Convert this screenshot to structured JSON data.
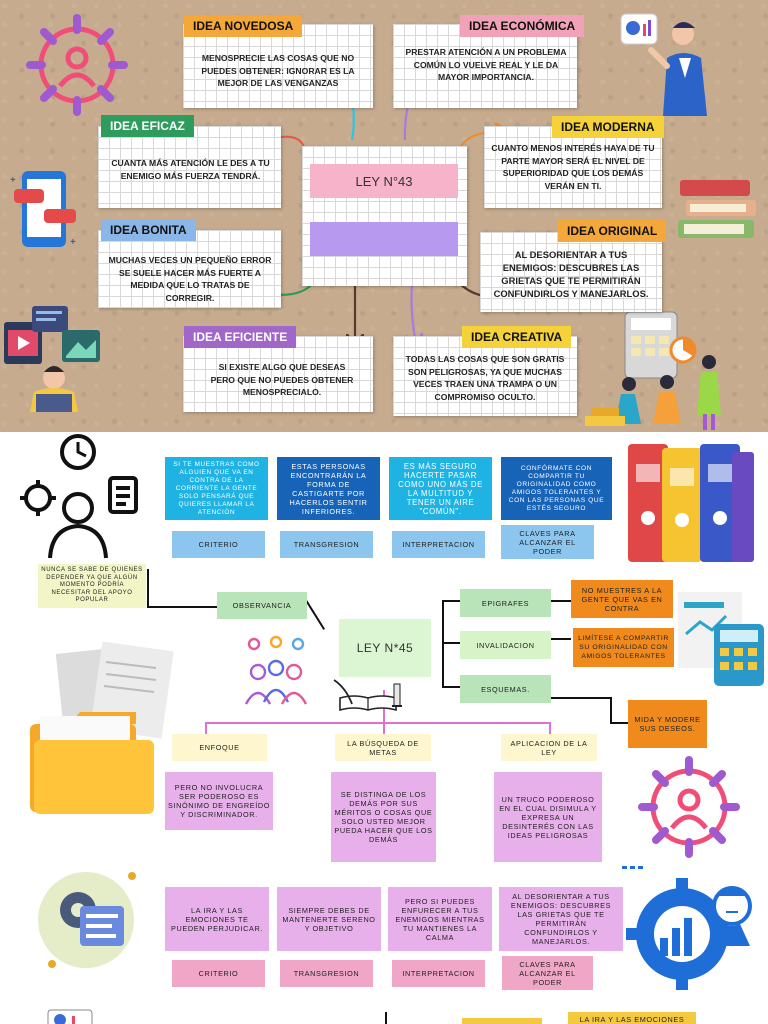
{
  "ley43": {
    "center_title": "LEY N°43",
    "novedosa": {
      "tag": "IDEA NOVEDOSA",
      "text": "MENOSPRECIE LAS COSAS QUE NO PUEDES OBTENER: IGNORAR ES LA MEJOR DE LAS VENGANZAS"
    },
    "economica": {
      "tag": "IDEA ECONÓMICA",
      "text": "PRESTAR ATENCIÓN A UN PROBLEMA COMÚN LO VUELVE REAL Y LE DA MAYOR IMPORTANCIA."
    },
    "eficaz": {
      "tag": "IDEA EFICAZ",
      "text": "CUANTA MÁS ATENCIÓN LE DES A TU ENEMIGO MÁS FUERZA TENDRÁ."
    },
    "moderna": {
      "tag": "IDEA MODERNA",
      "text": "CUANTO MENOS INTERÉS HAYA DE TU PARTE MAYOR SERÁ EL NIVEL DE SUPERIORIDAD QUE LOS DEMÁS VERÁN EN TI."
    },
    "bonita": {
      "tag": "IDEA BONITA",
      "text": "MUCHAS VECES UN PEQUEÑO ERROR SE SUELE HACER MÁS FUERTE A MEDIDA QUE LO TRATAS DE CORREGIR."
    },
    "original": {
      "tag": "IDEA ORIGINAL",
      "text": "AL DESORIENTAR A TUS ENEMIGOS: DESCUBRES LAS GRIETAS QUE TE PERMITIRÁN CONFUNDIRLOS Y MANEJARLOS."
    },
    "eficiente": {
      "tag": "IDEA EFICIENTE",
      "text": "SI EXISTE ALGO QUE DESEAS PERO QUE NO PUEDES OBTENER MENOSPRECIALO."
    },
    "creativa": {
      "tag": "IDEA CREATIVA",
      "text": "TODAS LAS COSAS QUE SON GRATIS SON PELIGROSAS, YA QUE MUCHAS VECES TRAEN UNA TRAMPA O UN COMPROMISO OCULTO."
    }
  },
  "ley45": {
    "center_title": "LEY N*45",
    "top_boxes": [
      "SI TE MUESTRAS COMO ALGUIEN QUE VA EN CONTRA DE LA CORRIENTE LA GENTE SOLO PENSARÁ QUE QUIERES LLAMAR LA ATENCIÓN",
      "ESTAS PERSONAS ENCONTRARÁN LA FORMA DE CASTIGARTE POR HACERLOS SENTIR INFERIORES.",
      "ES MÁS SEGURO HACERTE PASAR COMO UNO MÁS DE LA MULTITUD Y TENER UN AIRE \"COMÚN\".",
      "CONFÓRMATE CON COMPARTIR TU ORIGINALIDAD COMO AMIGOS TOLERANTES Y CON LAS PERSONAS QUE ESTÉS SEGURO"
    ],
    "top_labels": [
      "CRITERIO",
      "TRANSGRESION",
      "INTERPRETACION",
      "CLAVES PARA ALCANZAR EL PODER"
    ],
    "note": "NUNCA SE SABE DE QUIENES DEPENDER YA QUE ALGÚN MOMENTO PODRÍA NECESITAR DEL APOYO POPULAR",
    "observancia": "OBSERVANCIA",
    "epigrafes": "EPIGRAFES",
    "invalidacion": "INVALIDACION",
    "esquemas": "ESQUEMAS.",
    "epigrafes_text": "NO MUESTRES A LA GENTE QUE VAS EN CONTRA",
    "invalidacion_text": "LIMÍTESE A COMPARTIR SU ORIGINALIDAD CON AMIGOS TOLERANTES",
    "esquemas_text": "MIDA Y MODERE SUS DESEOS.",
    "enfoque": "ENFOQUE",
    "busqueda": "LA BÚSQUEDA DE METAS",
    "aplicacion": "APLICACION DE LA LEY",
    "enfoque_text": "PERO NO INVOLUCRA SER PODEROSO ES SINÓNIMO DE ENGREÍDO Y DISCRIMINADOR.",
    "busqueda_text": "SE DISTINGA DE LOS DEMÁS POR SUS MÉRITOS O COSAS QUE SOLO USTED MEJOR PUEDA HACER QUE LOS DEMÁS",
    "aplicacion_text": "UN TRUCO PODEROSO EN EL CUAL DISIMULA Y EXPRESA UN DESINTERÉS CON LAS IDEAS PELIGROSAS"
  },
  "ley_bottom": {
    "boxes": [
      "LA IRA Y LAS EMOCIONES TE PUEDEN PERJUDICAR.",
      "SIEMPRE DEBES DE MANTENERTE SERENO Y OBJETIVO",
      "PERO SI PUEDES ENFURECER A TUS ENEMIGOS MIENTRAS TU MANTIENES LA CALMA",
      "AL DESORIENTAR A TUS ENEMIGOS: DESCUBRES LAS GRIETAS QUE TE PERMITIRÁN CONFUNDIRLOS Y MANEJARLOS."
    ],
    "labels": [
      "CRITERIO",
      "TRANSGRESION",
      "INTERPRETACION",
      "CLAVES PARA ALCANZAR EL PODER"
    ],
    "cut_box": "LA IRA Y LAS EMOCIONES"
  },
  "colors": {
    "kraft": "#c6ab8e",
    "pink": "#f6b3c9",
    "lavender": "#b79af0",
    "cyan": "#1fb3e4",
    "navy": "#1763b8",
    "orange": "#f08a1c"
  },
  "icons": [
    "gear-user-icon",
    "smartphone-chat-icon",
    "businessman-icon",
    "books-stack-icon",
    "video-monitor-icon",
    "calculator-team-icon",
    "gear-team-icon",
    "binders-icon",
    "folder-icon",
    "documents-icon",
    "people-ideas-icon",
    "quill-book-icon",
    "calculator-icon",
    "gear-checklist-icon",
    "gear-chart-icon"
  ]
}
